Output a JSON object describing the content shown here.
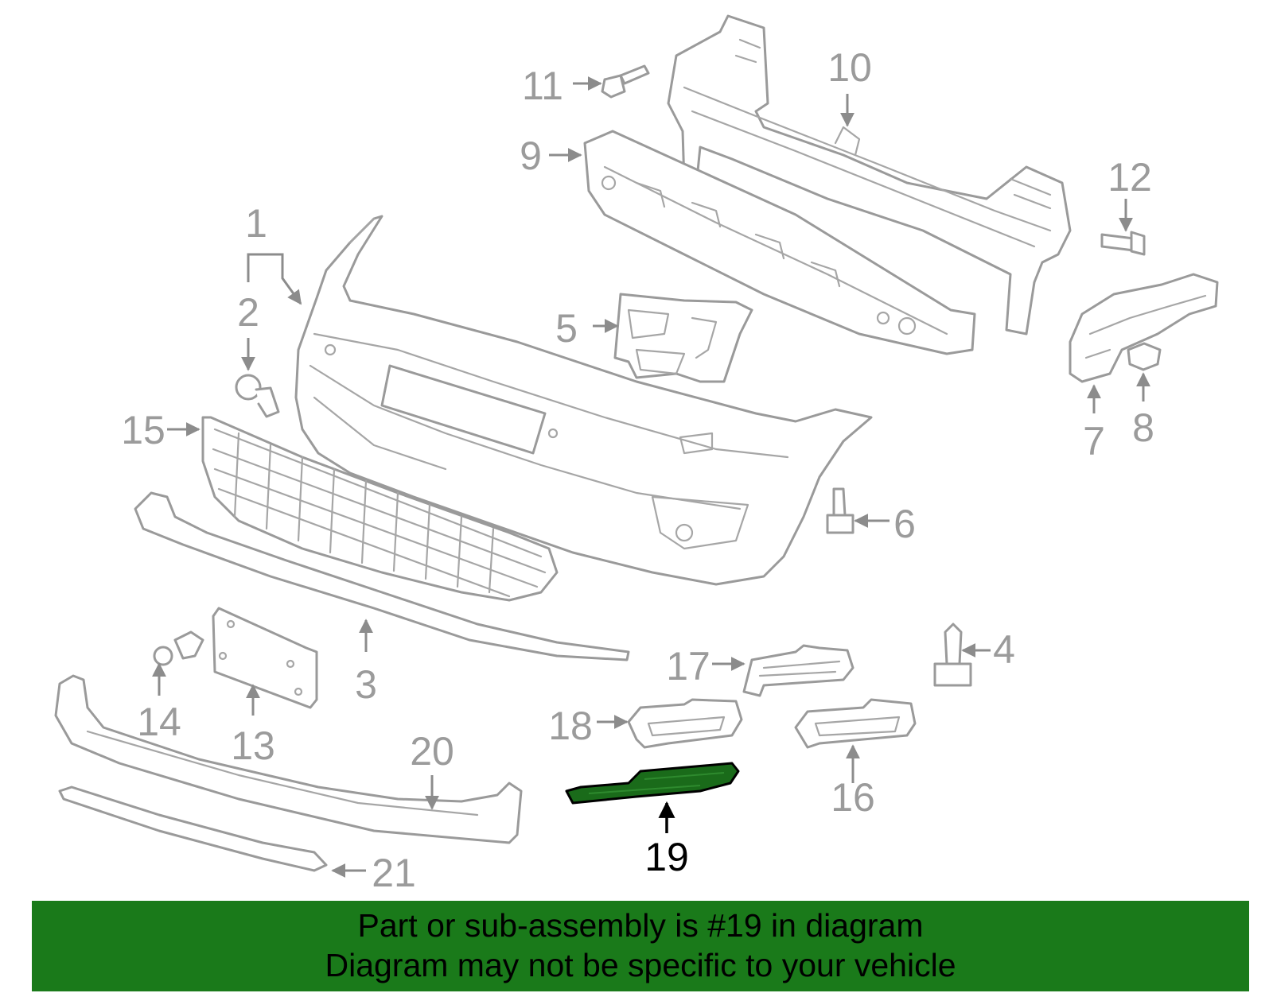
{
  "diagram": {
    "callouts": [
      {
        "id": "1",
        "label": "1"
      },
      {
        "id": "2",
        "label": "2"
      },
      {
        "id": "3",
        "label": "3"
      },
      {
        "id": "4",
        "label": "4"
      },
      {
        "id": "5",
        "label": "5"
      },
      {
        "id": "6",
        "label": "6"
      },
      {
        "id": "7",
        "label": "7"
      },
      {
        "id": "8",
        "label": "8"
      },
      {
        "id": "9",
        "label": "9"
      },
      {
        "id": "10",
        "label": "10"
      },
      {
        "id": "11",
        "label": "11"
      },
      {
        "id": "12",
        "label": "12"
      },
      {
        "id": "13",
        "label": "13"
      },
      {
        "id": "14",
        "label": "14"
      },
      {
        "id": "15",
        "label": "15"
      },
      {
        "id": "16",
        "label": "16"
      },
      {
        "id": "17",
        "label": "17"
      },
      {
        "id": "18",
        "label": "18"
      },
      {
        "id": "19",
        "label": "19",
        "highlighted": true
      },
      {
        "id": "20",
        "label": "20"
      },
      {
        "id": "21",
        "label": "21"
      }
    ],
    "highlight_color": "#1a6b1a",
    "part_color": "#9a9a9a"
  },
  "banner": {
    "line1": "Part or sub-assembly is #19 in diagram",
    "line2": "Diagram may not be specific to your vehicle",
    "background": "#1a7a1a"
  }
}
